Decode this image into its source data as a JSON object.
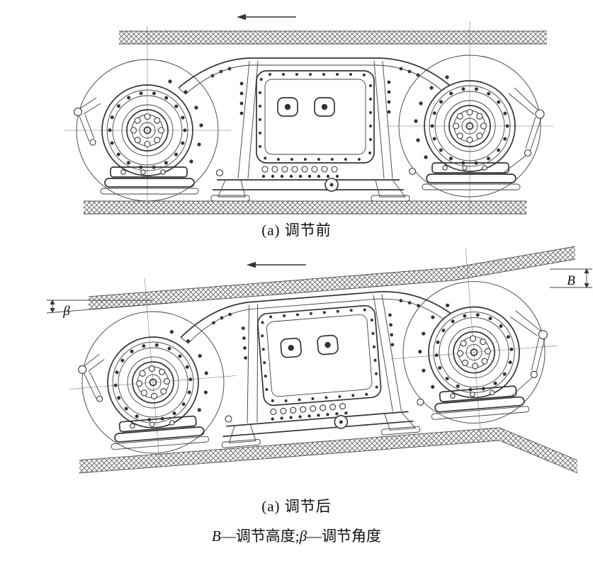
{
  "figure": {
    "panel_before": {
      "caption": "(a) 调节前",
      "direction_arrow": "left"
    },
    "panel_after": {
      "caption": "(a) 调节后",
      "label_b": "B",
      "label_beta": "β",
      "direction_arrow": "left"
    },
    "legend": {
      "b": "B",
      "b_desc": "—调节高度;",
      "beta": "β",
      "beta_desc": "—调节角度"
    },
    "colors": {
      "ink": "#343434",
      "hatch": "#5a5a5a",
      "background": "#ffffff"
    }
  }
}
